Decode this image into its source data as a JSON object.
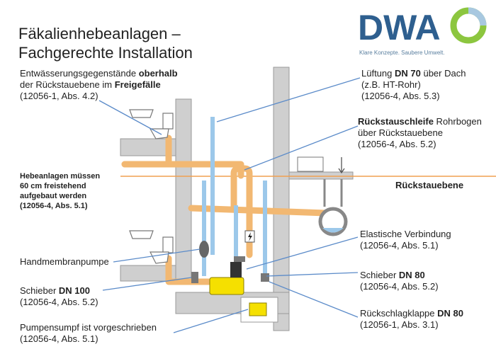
{
  "title": {
    "line1": "Fäkalienhebeanlagen –",
    "line2": "Fachgerechte Installation"
  },
  "logo": {
    "name": "DWA",
    "slogan": "Klare Konzepte. Saubere Umwelt.",
    "colors": {
      "blue": "#2e5f8f",
      "green": "#8cc63f",
      "light": "#a8c8e0"
    }
  },
  "labels": {
    "entwaesserung": {
      "l1a": "Entwässerungsgegenstände ",
      "l1b": "oberhalb",
      "l2a": "der Rückstauebene im ",
      "l2b": "Freigefälle",
      "l3": "(12056-1, Abs. 4.2)"
    },
    "hebeanlagen": {
      "l1": "Hebeanlagen müssen",
      "l2": "60 cm freistehend",
      "l3": "aufgebaut werden",
      "l4": "(12056-4, Abs. 5.1)"
    },
    "handpumpe": {
      "l1": "Handmembranpumpe"
    },
    "schieber100": {
      "l1a": "Schieber ",
      "l1b": "DN 100",
      "l2": "(12056-4, Abs. 5.2)"
    },
    "pumpensumpf": {
      "l1": "Pumpensumpf ist vorgeschrieben",
      "l2": "(12056-4, Abs. 5.1)"
    },
    "lueftung": {
      "l1a": "Lüftung ",
      "l1b": "DN 70",
      "l1c": " über Dach",
      "l2": "(z.B. HT-Rohr)",
      "l3": "(12056-4, Abs. 5.3)"
    },
    "schleife": {
      "l1a": "Rückstauschleife",
      "l1b": " Rohrbogen",
      "l2": "über Rückstauebene",
      "l3": "(12056-4, Abs. 5.2)"
    },
    "rueckstauebene": {
      "l1": "Rückstauebene"
    },
    "elastisch": {
      "l1": "Elastische Verbindung",
      "l2": "(12056-4, Abs. 5.1)"
    },
    "schieber80": {
      "l1a": "Schieber ",
      "l1b": "DN 80",
      "l2": "(12056-4, Abs. 5.2)"
    },
    "klappe": {
      "l1a": "Rückschlagklappe ",
      "l1b": "DN 80",
      "l2": "(12056-1, Abs. 3.1)"
    }
  },
  "colors": {
    "wall": "#cfcfcf",
    "wall_edge": "#9a9a9a",
    "orange_pipe": "#f2b872",
    "blue_pipe": "#9cc8ea",
    "backflow_line": "#f0a050",
    "pointer": "#5b8bc9",
    "unit_yellow": "#f5e000"
  }
}
